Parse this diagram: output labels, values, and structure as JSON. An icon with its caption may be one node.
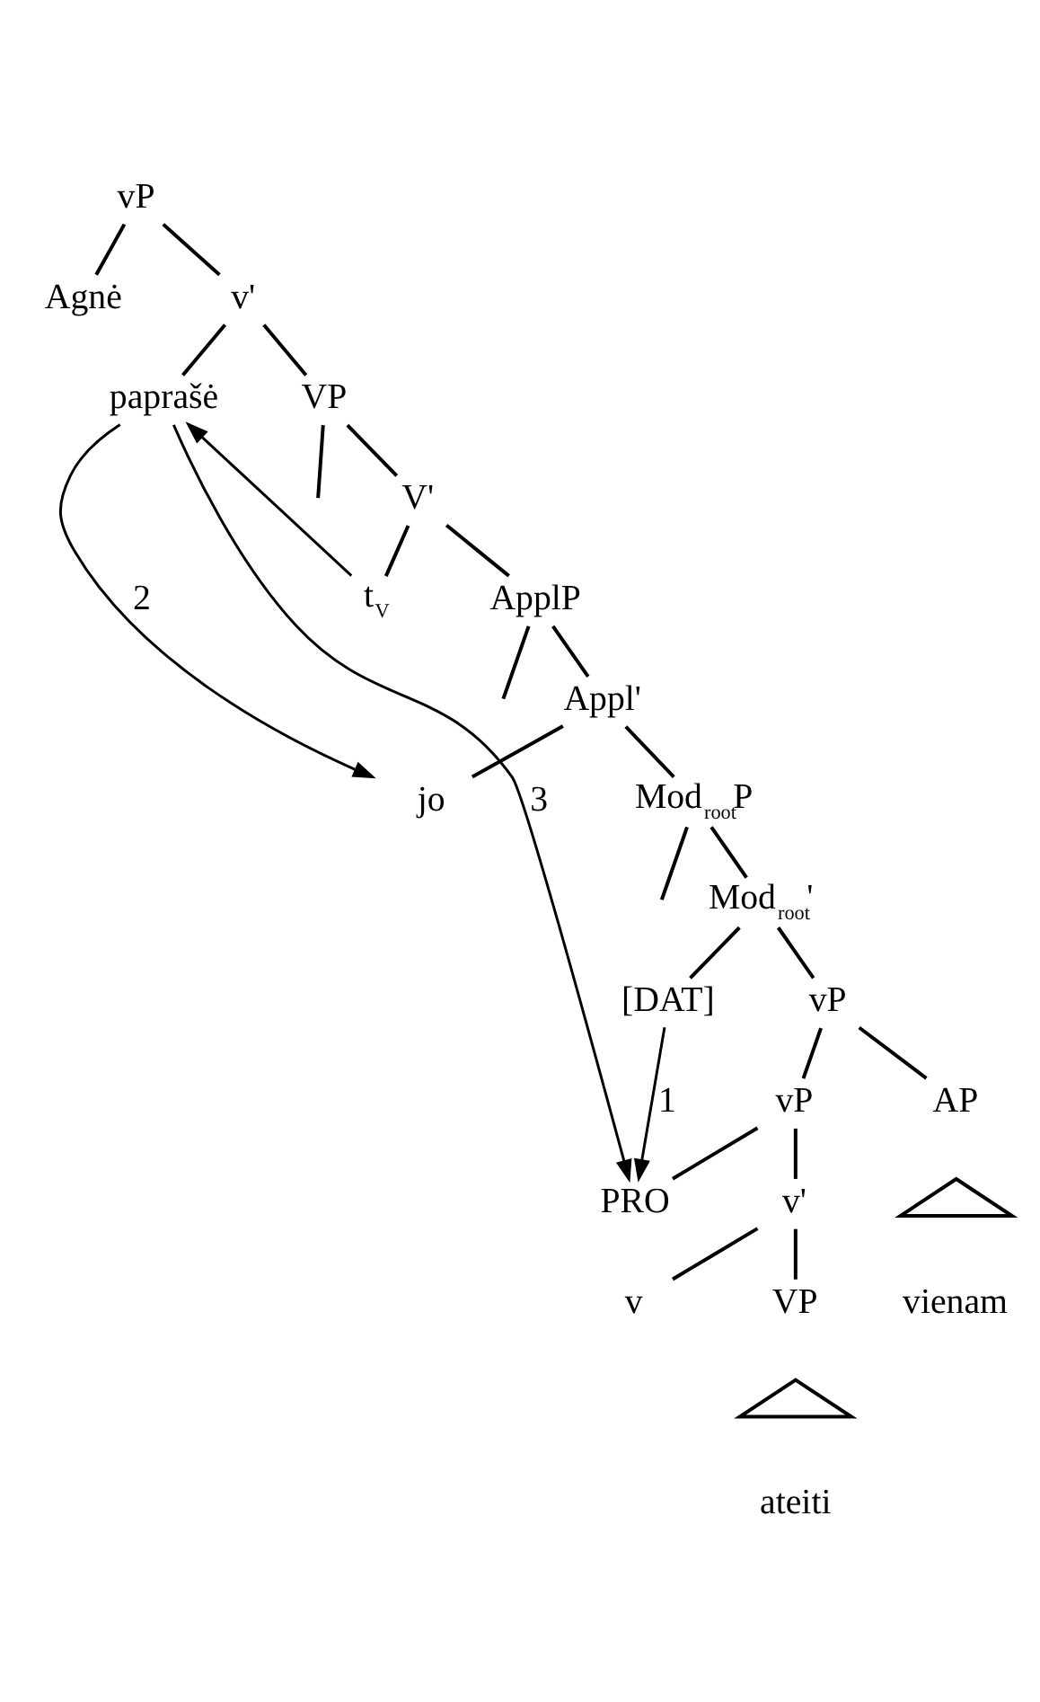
{
  "diagram": {
    "nodes": [
      {
        "text": [
          "vP"
        ]
      },
      {
        "text": [
          "Agnė"
        ]
      },
      {
        "text": [
          "v'"
        ]
      },
      {
        "text": [
          "paprašė"
        ]
      },
      {
        "text": [
          "VP"
        ]
      },
      {
        "text": [
          "V'"
        ]
      },
      {
        "text": [
          "t$_{V}$"
        ]
      },
      {
        "text": [
          "ApplP"
        ]
      },
      {
        "text": [
          "Appl'"
        ]
      },
      {
        "text": [
          "jo"
        ]
      },
      {
        "text": [
          "Mod$_{root}$P"
        ]
      },
      {
        "text": [
          "Mod$_{root}$'"
        ]
      },
      {
        "text": [
          "[DAT]"
        ]
      },
      {
        "text": [
          "vP"
        ]
      },
      {
        "text": [
          "vP"
        ]
      },
      {
        "text": [
          "AP"
        ]
      },
      {
        "text": [
          "PRO"
        ]
      },
      {
        "text": [
          "v'"
        ]
      },
      {
        "text": [],
        "shape": "triangle"
      },
      {
        "text": [
          "vienam"
        ]
      },
      {
        "text": [
          "v"
        ]
      },
      {
        "text": [
          "VP"
        ]
      },
      {
        "text": [],
        "shape": "triangle"
      },
      {
        "text": [
          "ateiti"
        ]
      }
    ],
    "edges": [
      {
        "from": 0,
        "to": 1,
        "arrow": "none"
      },
      {
        "from": 0,
        "to": 2,
        "arrow": "none"
      },
      {
        "from": 2,
        "to": 3,
        "arrow": "none"
      },
      {
        "from": 2,
        "to": 4,
        "arrow": "none"
      },
      {
        "from": 4,
        "to": null,
        "arrow": "none"
      },
      {
        "from": 4,
        "to": 5,
        "arrow": "none"
      },
      {
        "from": 5,
        "to": 6,
        "arrow": "none"
      },
      {
        "from": 5,
        "to": 7,
        "arrow": "none"
      },
      {
        "from": 7,
        "to": null,
        "arrow": "none"
      },
      {
        "from": 7,
        "to": 8,
        "arrow": "none"
      },
      {
        "from": 8,
        "to": 9,
        "arrow": "none"
      },
      {
        "from": 8,
        "to": 10,
        "arrow": "none"
      },
      {
        "from": 10,
        "to": null,
        "arrow": "none"
      },
      {
        "from": 10,
        "to": 11,
        "arrow": "none"
      },
      {
        "from": 11,
        "to": 12,
        "arrow": "none"
      },
      {
        "from": 11,
        "to": 13,
        "arrow": "none"
      },
      {
        "from": 13,
        "to": 14,
        "arrow": "none"
      },
      {
        "from": 13,
        "to": 15,
        "arrow": "none"
      },
      {
        "from": 14,
        "to": 16,
        "arrow": "none"
      },
      {
        "from": 14,
        "to": 17,
        "arrow": "none"
      },
      {
        "from": 17,
        "to": 20,
        "arrow": "none"
      },
      {
        "from": 17,
        "to": 21,
        "arrow": "none"
      },
      {
        "from": 6,
        "to": 3,
        "arrow": "to"
      },
      {
        "from": 3,
        "to": 9,
        "arrow": "to",
        "label": "2"
      },
      {
        "from": 3,
        "to": 16,
        "arrow": "to",
        "label": "3"
      },
      {
        "from": 12,
        "to": 16,
        "arrow": "to",
        "label": "1"
      }
    ]
  }
}
